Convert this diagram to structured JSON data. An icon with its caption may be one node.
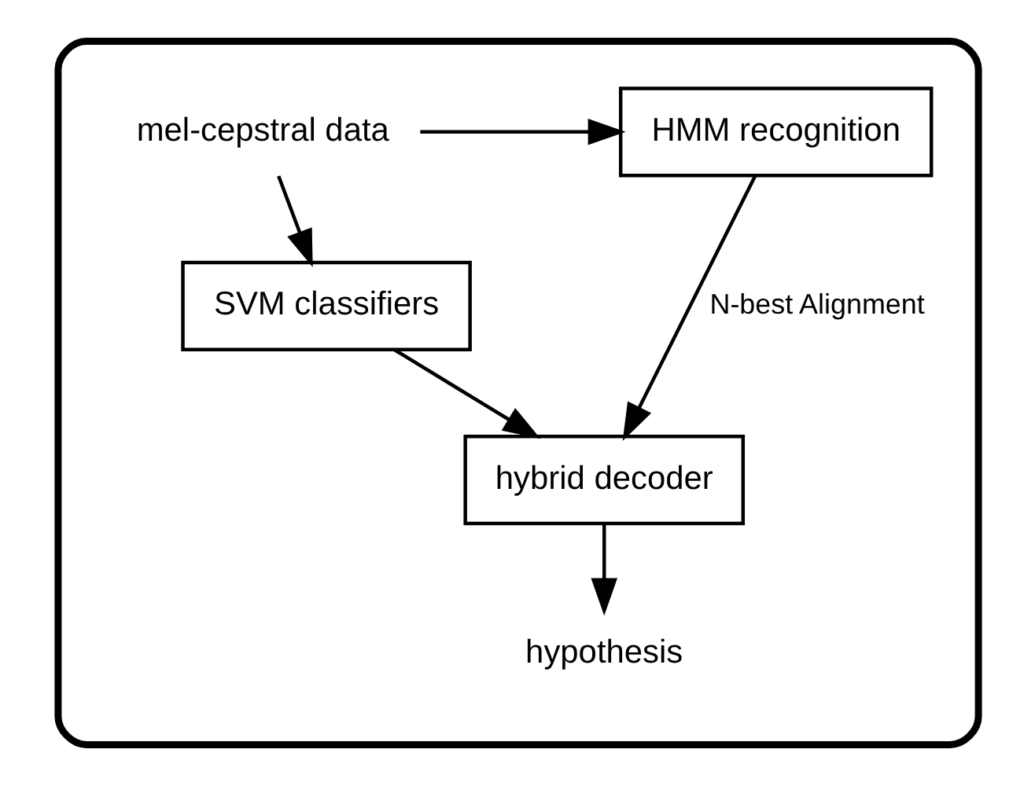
{
  "diagram": {
    "nodes": [
      {
        "text": [],
        "shape": "box"
      },
      {
        "text": [
          "mel-cepstral data"
        ],
        "in": 0
      },
      {
        "text": [
          "HMM recognition"
        ],
        "in": 0
      },
      {
        "text": [
          "SVM classifiers"
        ],
        "in": 0
      },
      {
        "text": [
          "hybrid decoder"
        ],
        "in": 0
      },
      {
        "text": [
          "hypothesis"
        ],
        "in": 0
      }
    ],
    "edges": [
      {
        "from": 1,
        "to": 2,
        "arrow": "to"
      },
      {
        "from": 1,
        "to": 3,
        "arrow": "to"
      },
      {
        "from": 2,
        "to": 4,
        "arrow": "to",
        "label": "N-best Alignment"
      },
      {
        "from": 3,
        "to": 4,
        "arrow": "to"
      },
      {
        "from": 4,
        "to": 5,
        "arrow": "to"
      }
    ]
  }
}
